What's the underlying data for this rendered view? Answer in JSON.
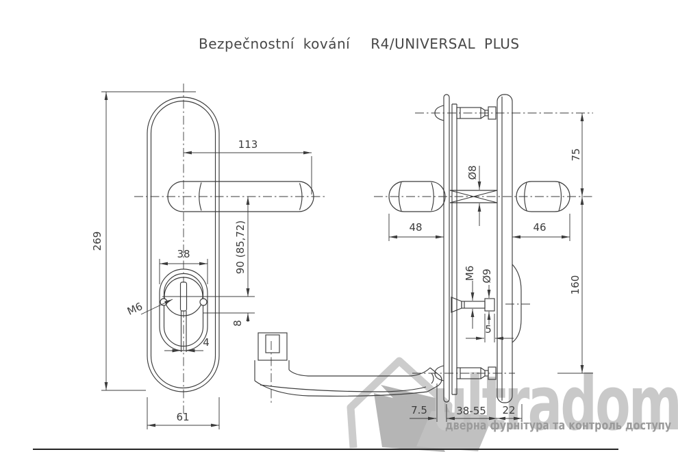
{
  "title": {
    "product": "Bezpečnostní kování",
    "model": "R4/UNIVERSAL PLUS"
  },
  "front_view": {
    "plate_height": "269",
    "handle_span": "113",
    "escutcheon_width": "38",
    "handle_to_cylinder": "90 (85,72)",
    "cylinder_offset": "8",
    "fixing_label": "M6",
    "keyway_width": "4",
    "plate_width": "61"
  },
  "side_view": {
    "top_fixing_distance": "75",
    "inner_handle_length": "48",
    "outer_handle_length": "46",
    "spindle_label": "Ø8",
    "fixing_screw_label": "M6",
    "sleeve_label": "Ø9",
    "bottom_fixing_distance": "160",
    "sleeve_length": "5",
    "head_projection": "7.5",
    "door_thickness_range": "38-55",
    "outer_projection": "22"
  },
  "watermark": {
    "brand": "ultradom",
    "tagline": "дверна фурнітура та контроль доступу"
  },
  "colors": {
    "line": "#3a3a3a",
    "text": "#3c3c3c",
    "watermark_gray": "#c9c9c9",
    "tagline_gray": "#9a9a9a"
  }
}
